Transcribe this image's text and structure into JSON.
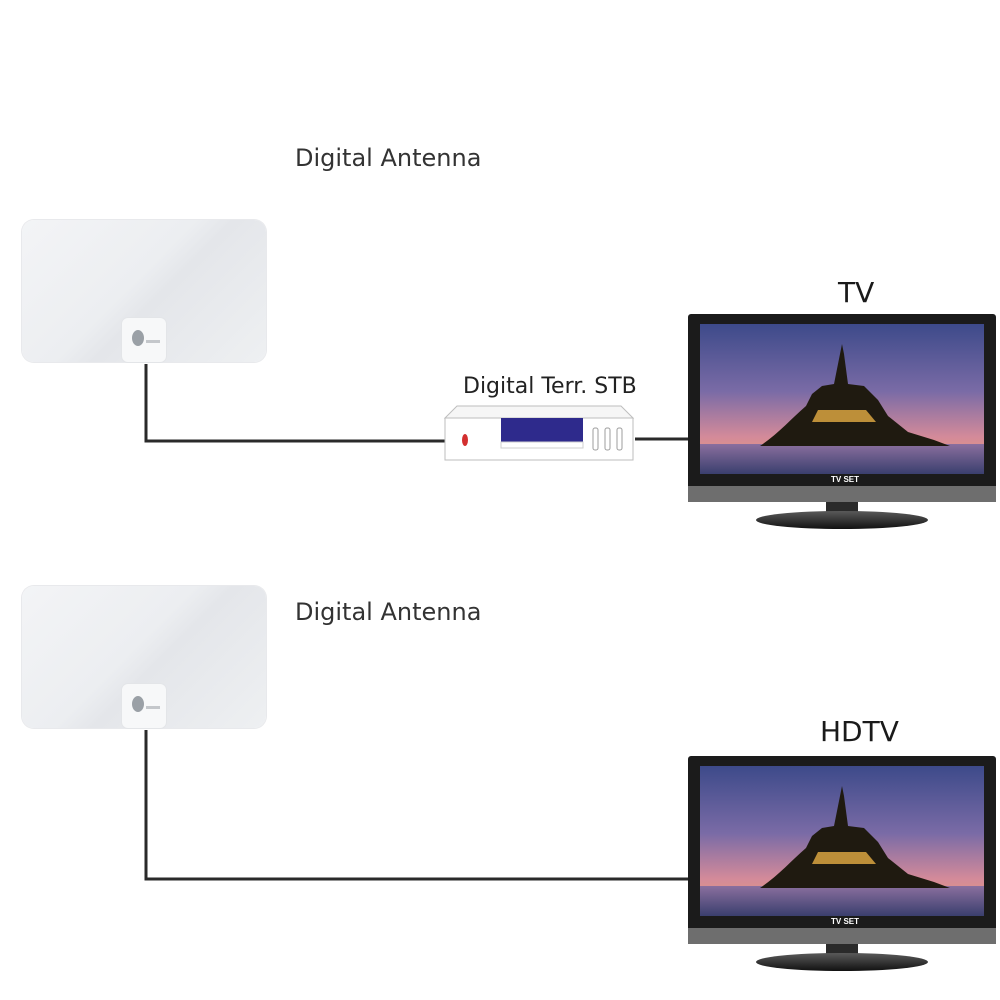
{
  "top": {
    "antenna_label": "Digital Antenna",
    "stb_label": "Digital Terr. STB",
    "tv_label": "TV",
    "tv_brand": "TV SET"
  },
  "bottom": {
    "antenna_label": "Digital Antenna",
    "tv_label": "HDTV",
    "tv_brand": "TV SET"
  },
  "colors": {
    "cable": "#2a2a2a",
    "stb_display": "#2e2a8c",
    "tv_bezel": "#1b1b1b"
  }
}
